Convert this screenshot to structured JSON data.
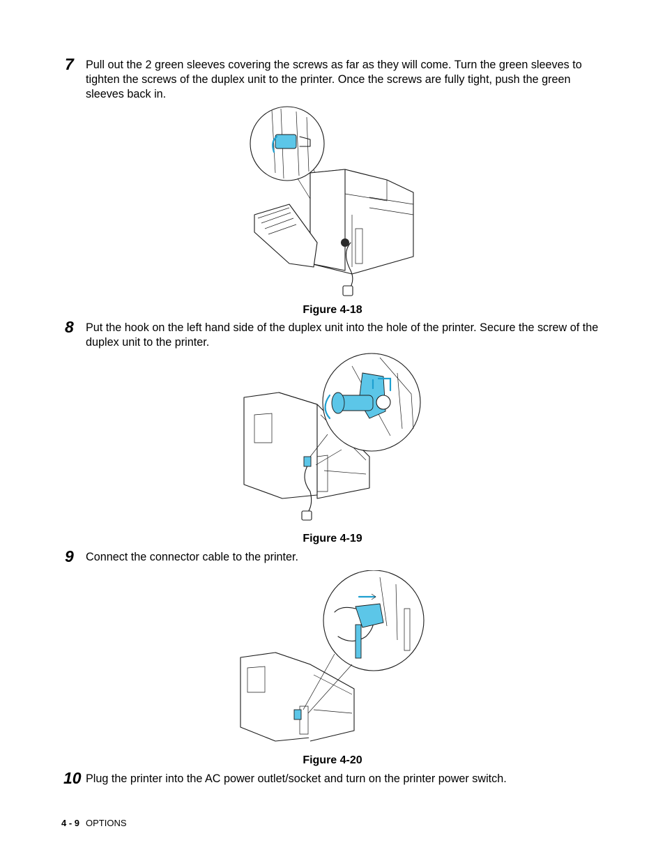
{
  "steps": [
    {
      "number": "7",
      "text": "Pull out the 2 green sleeves covering the screws as far as they will come. Turn the green sleeves to tighten the screws of the duplex unit to the printer. Once the screws are fully tight, push the green sleeves back in."
    },
    {
      "number": "8",
      "text": "Put the hook on the left hand side of the duplex unit into the hole of the printer. Secure the screw of the duplex unit to the printer."
    },
    {
      "number": "9",
      "text": "Connect the connector cable to the printer."
    },
    {
      "number": "10",
      "text": "Plug the printer into the AC power outlet/socket and turn on the printer power switch."
    }
  ],
  "figures": [
    {
      "caption": "Figure 4-18"
    },
    {
      "caption": "Figure 4-19"
    },
    {
      "caption": "Figure 4-20"
    }
  ],
  "footer": {
    "page": "4 - 9",
    "section": "OPTIONS"
  },
  "colors": {
    "accent": "#5cc6e8",
    "text": "#000000"
  }
}
